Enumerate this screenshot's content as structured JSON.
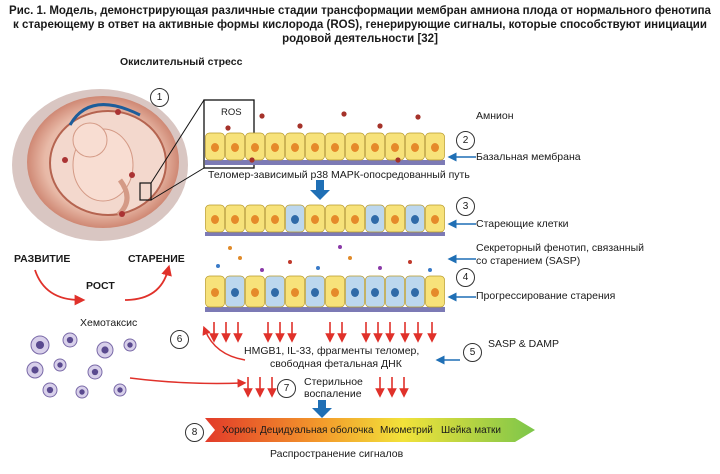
{
  "caption": {
    "line1": "Рис. 1. Модель, демонстрирующая различные стадии трансформации мембран амниона плода от нормального фенотипа",
    "line2": "к стареющему в ответ на активные формы кислорода (ROS), генерирующие сигналы, которые способствуют инициации",
    "line3": "родовой деятельности [32]"
  },
  "labels": {
    "oxidative_stress": "Окислительный стресс",
    "ros": "ROS",
    "amnion": "Амнион",
    "basal_membrane": "Базальная мембрана",
    "p38_pathway": "Теломер-зависимый p38 МАРК-опосредованный путь",
    "aging_cells": "Стареющие клетки",
    "sasp_line1": "Секреторный фенотип, связанный",
    "sasp_line2": "со старением (SASP)",
    "progression": "Прогрессирование старения",
    "sasp_damp": "SASP & DAMP",
    "chemotaxis": "Хемотаксис",
    "hmgb1_line1": "HMGB1, IL-33, фрагменты теломер,",
    "hmgb1_line2": "свободная фетальная ДНК",
    "sterile_line1": "Стерильное",
    "sterile_line2": "воспаление",
    "development": "РАЗВИТИЕ",
    "aging": "СТАРЕНИЕ",
    "growth": "РОСТ",
    "signal_spread": "Распространение сигналов"
  },
  "tissues": {
    "chorion": "Хорион",
    "decidua": "Децидуальная оболочка",
    "myometrium": "Миометрий",
    "cervix": "Шейка матки"
  },
  "steps": {
    "s1": "1",
    "s2": "2",
    "s3": "3",
    "s4": "4",
    "s5": "5",
    "s6": "6",
    "s7": "7",
    "s8": "8"
  },
  "colors": {
    "cell_fill": "#f7e27a",
    "nucleus": "#e58a2a",
    "membrane": "#7c7ab5",
    "arrow_red": "#e0312a",
    "arrow_blue": "#1f6fb5",
    "aging_cell": "#bcd7ee"
  }
}
